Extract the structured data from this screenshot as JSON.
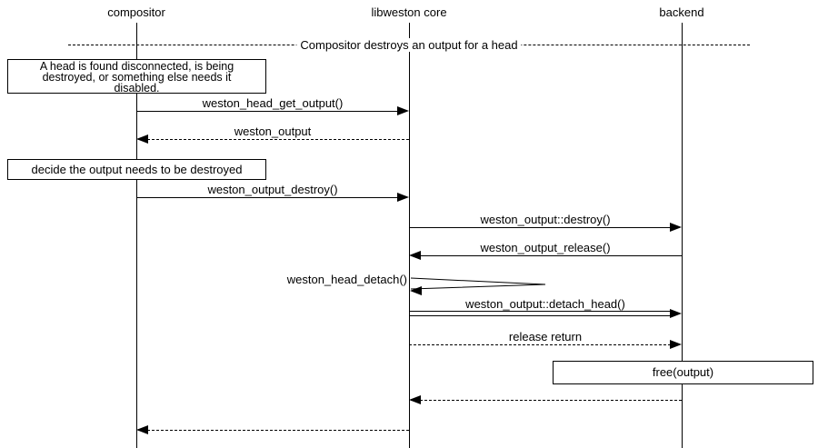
{
  "colors": {
    "background": "#ffffff",
    "line": "#000000",
    "text": "#000000"
  },
  "actors": [
    {
      "label": "compositor"
    },
    {
      "label": "libweston core"
    },
    {
      "label": "backend"
    }
  ],
  "divider": {
    "label": "Compositor destroys an output for a head"
  },
  "notes": [
    {
      "lines": [
        "A head is found disconnected, is being",
        "destroyed, or something else needs it",
        "disabled."
      ]
    },
    {
      "text": "decide the output needs to be destroyed"
    },
    {
      "text": "free(output)"
    }
  ],
  "messages": [
    {
      "label": "weston_head_get_output()",
      "from": "compositor",
      "to": "libweston core",
      "line": "solid"
    },
    {
      "label": "weston_output",
      "from": "libweston core",
      "to": "compositor",
      "line": "dotted"
    },
    {
      "label": "weston_output_destroy()",
      "from": "compositor",
      "to": "libweston core",
      "line": "solid"
    },
    {
      "label": "weston_output::destroy()",
      "from": "libweston core",
      "to": "backend",
      "line": "solid"
    },
    {
      "label": "weston_output_release()",
      "from": "backend",
      "to": "libweston core",
      "line": "solid"
    },
    {
      "label": "weston_head_detach()",
      "from": "libweston core",
      "to": "libweston core",
      "line": "self"
    },
    {
      "label": "weston_output::detach_head()",
      "from": "libweston core",
      "to": "backend",
      "line": "double"
    },
    {
      "label": "release return",
      "from": "libweston core",
      "to": "backend",
      "line": "dotted"
    },
    {
      "label": "",
      "from": "backend",
      "to": "libweston core",
      "line": "dotted"
    },
    {
      "label": "",
      "from": "libweston core",
      "to": "compositor",
      "line": "dotted"
    }
  ]
}
